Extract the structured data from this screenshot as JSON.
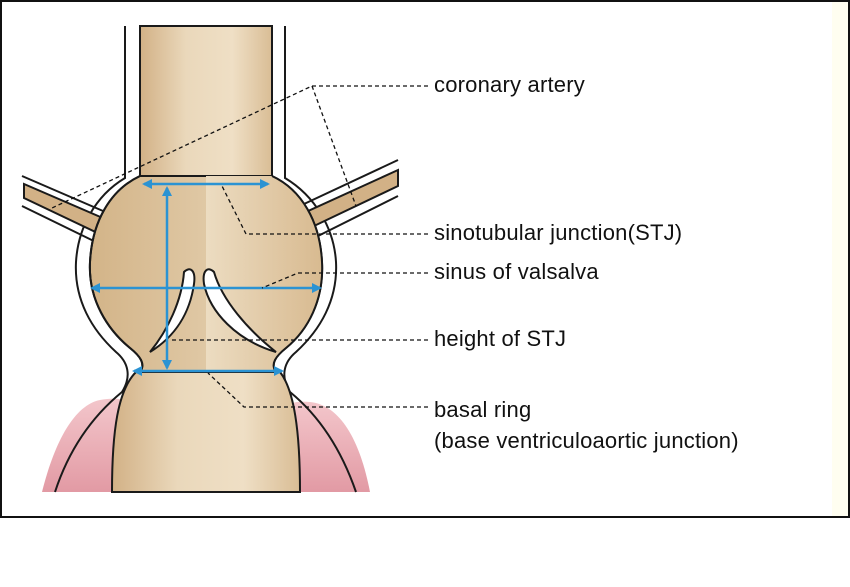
{
  "labels": {
    "coronary_artery": "coronary  artery",
    "stj": "sinotubular  junction(STJ)",
    "sinus": "sinus  of  valsalva",
    "height_stj": "height of STJ",
    "basal_ring": "basal ring",
    "basal_ring_sub": "(base  ventriculoaortic  junction)"
  },
  "colors": {
    "aorta_fill": "#e9d6b8",
    "aorta_shade": "#d4b58a",
    "ventricle": "#e6a3ac",
    "ventricle_light": "#f2c3c8",
    "arrow": "#2b93d3",
    "outline": "#1a1a1a",
    "side_panel": "#fffef0"
  }
}
